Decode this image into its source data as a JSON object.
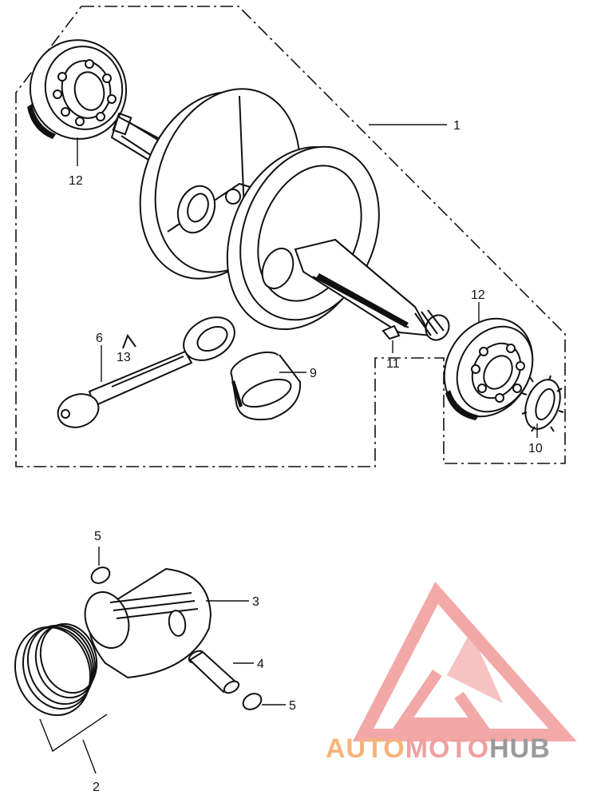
{
  "callouts": {
    "c1": "1",
    "c2": "2",
    "c3": "3",
    "c4": "4",
    "c5a": "5",
    "c5b": "5",
    "c6": "6",
    "c9": "9",
    "c10": "10",
    "c11": "11",
    "c12a": "12",
    "c12b": "12",
    "c13": "13"
  },
  "watermark": {
    "part1": "AUTO",
    "part2": "MOTO",
    "part3": "HUB",
    "color1": "#f5b37a",
    "color2": "#f0a0a0",
    "color3": "#9a9a9a",
    "logo_color": "#f29a9a"
  }
}
